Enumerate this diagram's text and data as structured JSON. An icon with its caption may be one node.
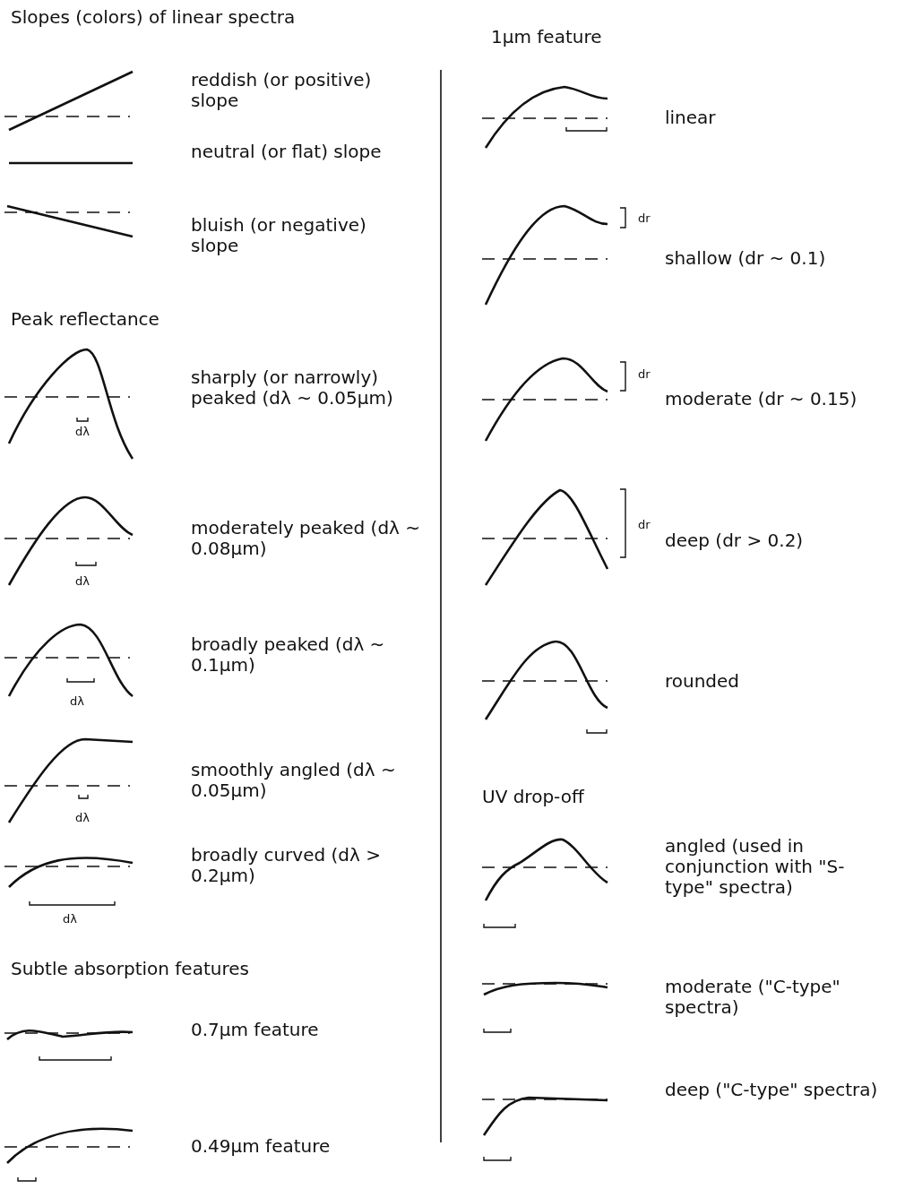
{
  "diagram": {
    "labels": [
      "Slopes (colors) of linear spectra",
      "reddish (or positive) slope",
      "neutral (or flat) slope",
      "bluish (or negative) slope",
      "Peak reflectance",
      "sharply (or narrowly) peaked (dλ ~ 0.05μm)",
      "dλ",
      "moderately peaked (dλ ~ 0.08μm)",
      "dλ",
      "broadly peaked (dλ ~ 0.1μm)",
      "dλ",
      "smoothly angled (dλ ~ 0.05μm)",
      "dλ",
      "broadly curved (dλ > 0.2μm)",
      "dλ",
      "Subtle absorption features",
      "0.7μm feature",
      "0.49μm feature",
      "1μm feature",
      "linear",
      "dr",
      "shallow (dr ~ 0.1)",
      "dr",
      "moderate (dr ~ 0.15)",
      "dr",
      "deep (dr > 0.2)",
      "rounded",
      "UV drop-off",
      "angled (used in conjunction with \"S-type\" spectra)",
      "moderate (\"C-type\" spectra)",
      "deep (\"C-type\" spectra)"
    ]
  }
}
